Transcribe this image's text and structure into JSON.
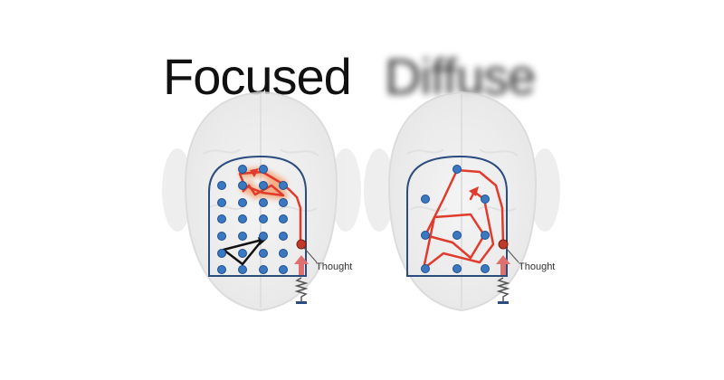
{
  "titles": {
    "focused": "Focused",
    "diffuse": "Diffuse"
  },
  "panels": {
    "focused": {
      "thought_label": "Thought"
    },
    "diffuse": {
      "thought_label": "Thought"
    }
  },
  "colors": {
    "outline": "#2b4c7e",
    "node_fill": "#3a78c2",
    "node_stroke": "#1f4f8f",
    "path": "#e03b2c",
    "path_glow": "#f4a77a",
    "triangle": "#111111",
    "arrow_up": "#e07070",
    "brain": "#eeeeee"
  },
  "icons": [
    "spring-icon",
    "up-arrow-icon",
    "thought-node-icon"
  ]
}
